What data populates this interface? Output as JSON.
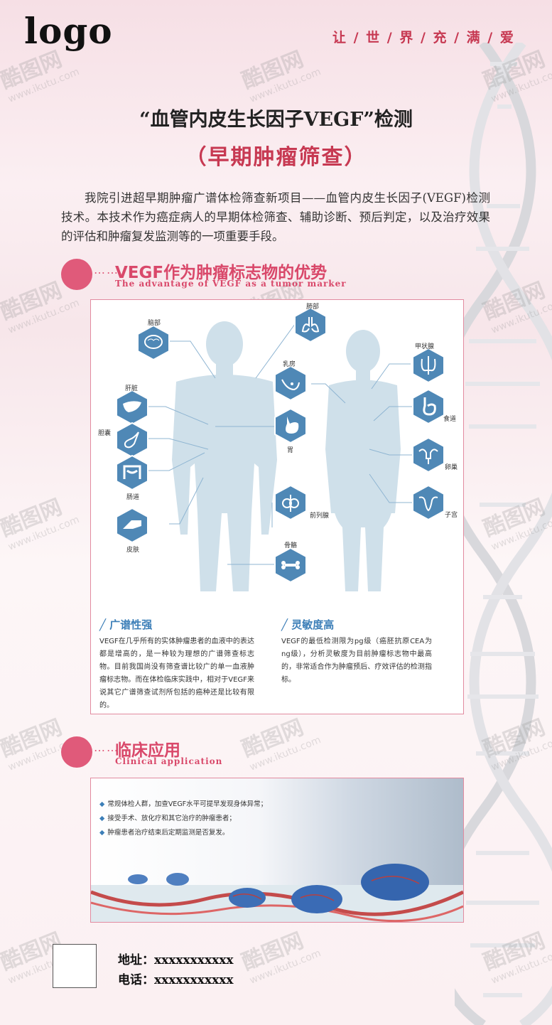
{
  "header": {
    "logo": "logo",
    "slogan": "让 / 世 / 界 / 充 / 满 / 爱"
  },
  "title": "“血管内皮生长因子VEGF”检测",
  "subtitle": "（早期肿瘤筛查）",
  "intro": "我院引进超早期肿瘤广谱体检筛查新项目——血管内皮生长因子(VEGF)检测技术。本技术作为癌症病人的早期体检筛查、辅助诊断、预后判定，以及治疗效果的评估和肿瘤复发监测等的一项重要手段。",
  "section1": {
    "dots": "……",
    "title": "VEGF作为肿瘤标志物的优势",
    "subtitle": "The advantage of VEGF as a tumor marker"
  },
  "organs": {
    "brain": "脑部",
    "lung": "肺部",
    "thyroid": "甲状腺",
    "breast": "乳房",
    "liver": "肝脏",
    "esophagus": "食道",
    "gallbladder": "胆囊",
    "stomach": "胃",
    "ovary": "卵巢",
    "intestine": "肠道",
    "prostate": "前列腺",
    "uterus": "子宫",
    "skin": "皮肤",
    "bone": "骨骼"
  },
  "advantages": [
    {
      "title": "广谱性强",
      "text": "VEGF在几乎所有的实体肿瘤患者的血液中的表达都是增高的，是一种较为理想的广谱筛查标志物。目前我国尚没有筛查谱比较广的单一血液肿瘤标志物。而在体检临床实践中，相对于VEGF来说其它广谱筛查试剂所包括的癌种还是比较有限的。"
    },
    {
      "title": "灵敏度高",
      "text": "VEGF的最低检测限为pg级（癌胚抗原CEA为ng级），分析灵敏度为目前肿瘤标志物中最高的，非常适合作为肿瘤预后、疗效评估的检测指标。"
    }
  ],
  "section2": {
    "dots": "……",
    "title": "临床应用",
    "subtitle": "Clinical application"
  },
  "clinical": [
    "常规体检人群，加查VEGF水平可提早发现身体异常；",
    "接受手术、放化疗和其它治疗的肿瘤患者；",
    "肿瘤患者治疗结束后定期监测是否复发。"
  ],
  "contact": {
    "address": "地址：xxxxxxxxxxx",
    "phone": "电话：xxxxxxxxxxx"
  },
  "watermark": {
    "brand": "酷图网",
    "url": "www.ikutu.com"
  },
  "colors": {
    "accent": "#d9486a",
    "icon_blue": "#4f88b6",
    "body_silhouette": "#cfe0ea"
  }
}
